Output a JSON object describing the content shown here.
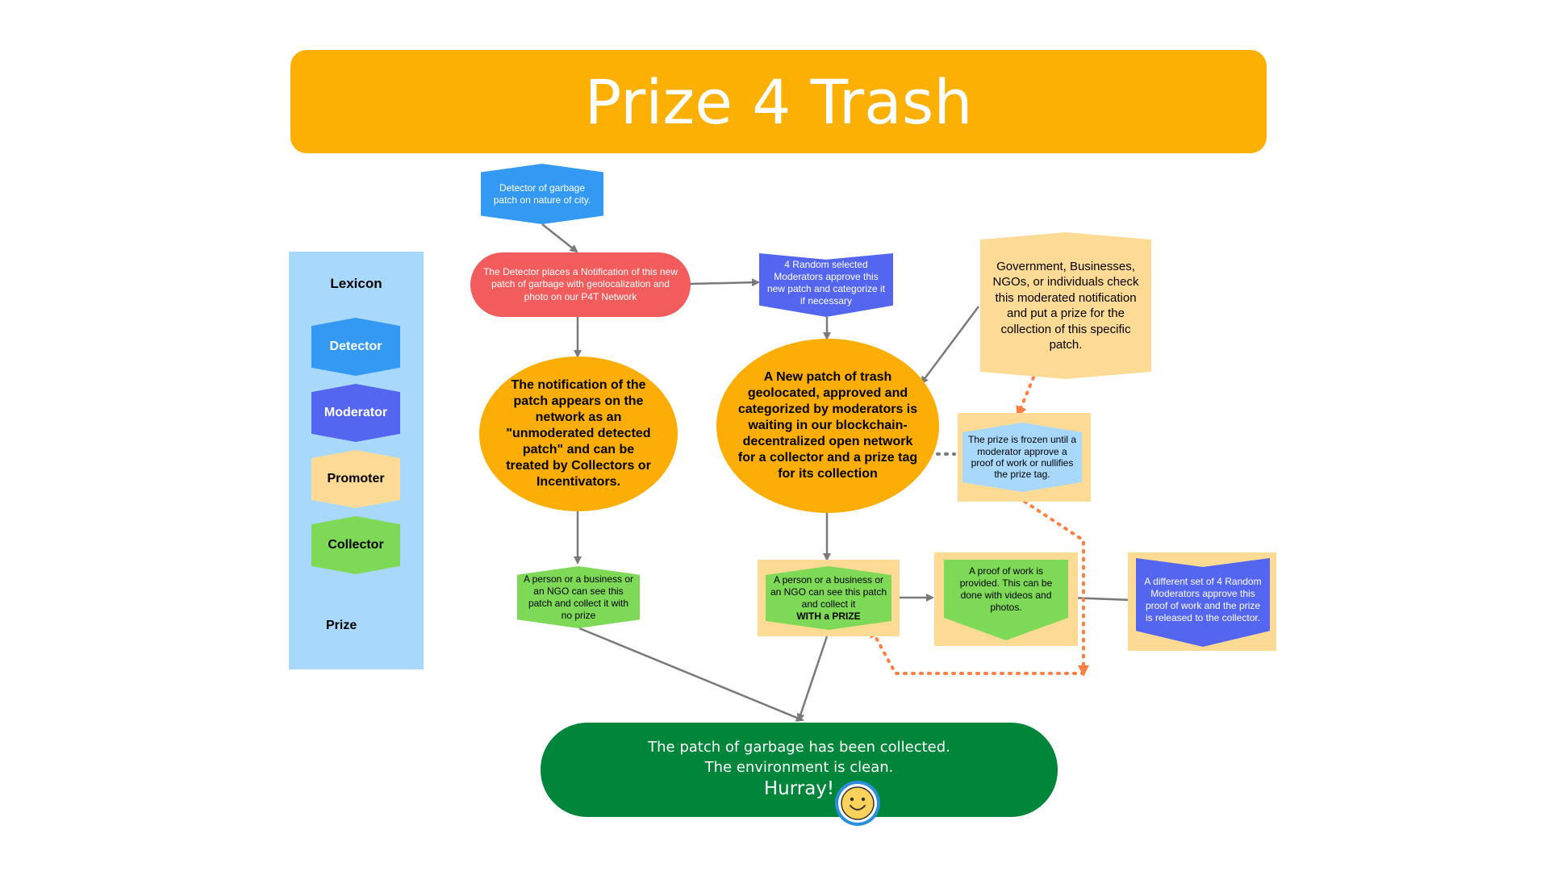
{
  "title": "Prize 4 Trash",
  "colors": {
    "banner": "#FDB004",
    "detector": "#3399F2",
    "moderator": "#5466F0",
    "promoter": "#FDDB94",
    "collector": "#7ED957",
    "notification": "#F25C5C",
    "orange_node": "#FDAE06",
    "final": "#00863A",
    "prize_arrow": "#FF7F43",
    "arrow": "#7A7A7A"
  },
  "lexicon": {
    "title": "Lexicon",
    "items": [
      "Detector",
      "Moderator",
      "Promoter",
      "Collector"
    ],
    "prize_label": "Prize"
  },
  "nodes": {
    "detector": "Detector of garbage patch on nature of city.",
    "notification": "The Detector places a Notification of this new patch of garbage with geolocalization and photo on our P4T Network",
    "moderators_approve": "4 Random selected Moderators approve this new patch and categorize it if necessary",
    "promoters": "Government, Businesses, NGOs, or individuals check this moderated notification and put a prize for the collection of this specific patch.",
    "unmoderated": "The notification of the patch appears on the network as an \"unmoderated detected patch\" and can be treated by Collectors or Incentivators.",
    "approved_patch": "A New patch of trash geolocated, approved and categorized by moderators is waiting in our blockchain-decentralized open network for a collector and a prize tag for its collection",
    "prize_frozen": "The prize is frozen until a moderator approve a proof of work or nullifies the prize tag.",
    "collect_no_prize": "A person or a business or an NGO can see this patch and collect it with no prize",
    "collect_with_prize": "A person or a business or an NGO can see this patch and collect it",
    "collect_with_prize_bold": "WITH a PRIZE",
    "proof_of_work": "A proof of work is provided. This can be done with videos and photos.",
    "second_moderators": "A different set of 4 Random Moderators approve this proof of work and the prize is released to the collector.",
    "final_line1": "The patch of garbage has been collected.",
    "final_line2": "The environment is clean.",
    "final_line3": "Hurray!"
  },
  "icons": [
    "smiley-face-icon"
  ]
}
